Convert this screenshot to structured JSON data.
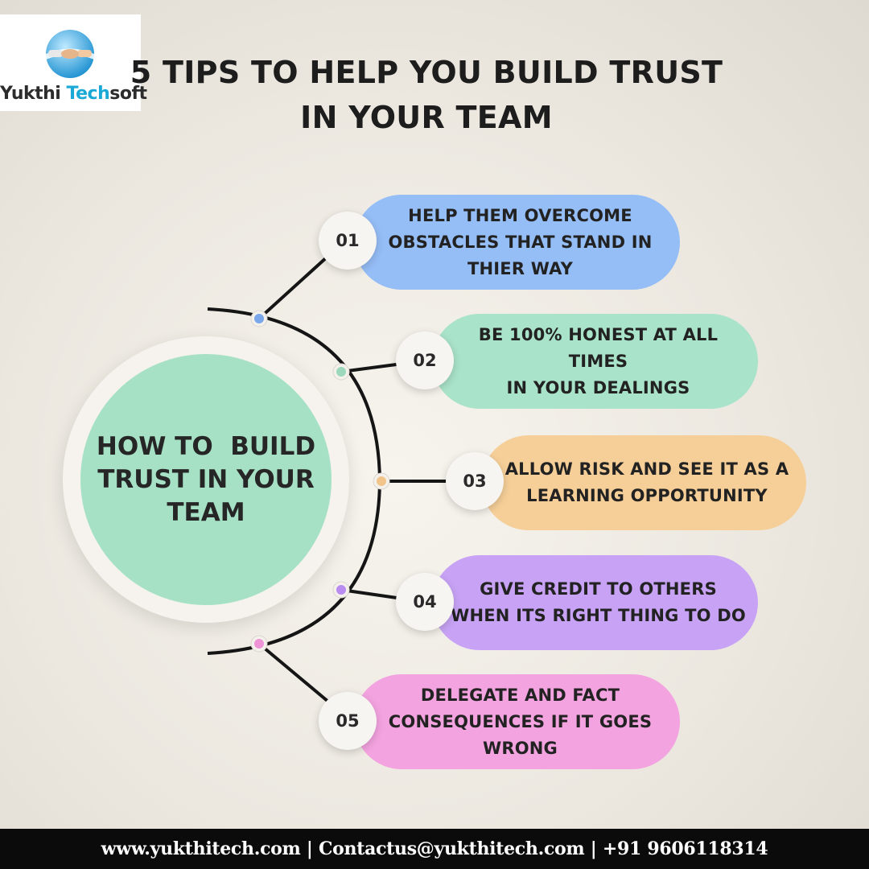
{
  "brand": {
    "name_part1": "Yukthi ",
    "name_part2": "Tech",
    "name_part3": "soft",
    "accent_color": "#1aa9d6",
    "logo_icon": "handshake-globe-icon"
  },
  "title": {
    "line1": "5 TIPS TO HELP YOU BUILD TRUST",
    "line2": "IN YOUR TEAM"
  },
  "center": {
    "line1": "HOW TO  BUILD",
    "line2": "TRUST IN YOUR",
    "line3": "TEAM",
    "color": "#a6e1c6"
  },
  "tips": [
    {
      "number": "01",
      "lines": [
        "HELP THEM OVERCOME",
        "OBSTACLES THAT STAND IN",
        "THIER WAY"
      ],
      "color": "#95bdf6",
      "dot_color": "#7aa6ea"
    },
    {
      "number": "02",
      "lines": [
        "BE 100% HONEST AT ALL TIMES",
        "IN YOUR DEALINGS"
      ],
      "color": "#a9e3c9",
      "dot_color": "#9dd8bd"
    },
    {
      "number": "03",
      "lines": [
        "ALLOW RISK AND SEE IT AS A",
        "LEARNING OPPORTUNITY"
      ],
      "color": "#f6cf98",
      "dot_color": "#f1c48a"
    },
    {
      "number": "04",
      "lines": [
        "GIVE CREDIT TO OTHERS",
        "WHEN ITS RIGHT THING TO DO"
      ],
      "color": "#c8a3f5",
      "dot_color": "#b98cf0"
    },
    {
      "number": "05",
      "lines": [
        "DELEGATE AND FACT",
        "CONSEQUENCES IF IT GOES",
        "WRONG"
      ],
      "color": "#f3a3df",
      "dot_color": "#ee94d6"
    }
  ],
  "footer": {
    "website": "www.yukthitech.com",
    "separator": " | ",
    "email": "Contactus@yukthitech.com",
    "phone": "+91 9606118314"
  }
}
